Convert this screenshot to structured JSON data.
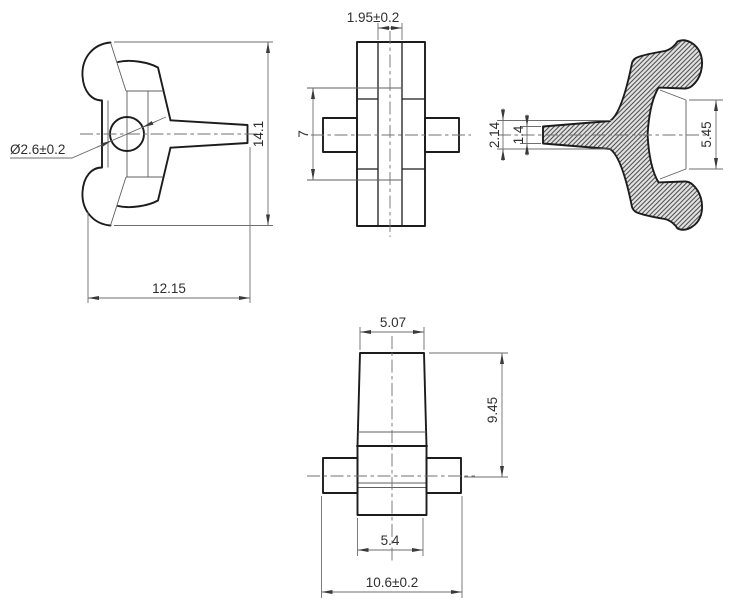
{
  "drawing": {
    "background": "#ffffff",
    "outline_color": "#1c1c1c",
    "thin_line_color": "#6e6e6e",
    "text_color": "#2f2f2f",
    "hatch_line_color": "#3c3c3c",
    "hatch_fill": "#e2e2e2",
    "views": {
      "front": {
        "hole_diameter": "Ø2.6±0.2",
        "overall_height": "14.1",
        "overall_width": "12.15"
      },
      "side": {
        "slot_width": "1.95±0.2",
        "hub_height": "7"
      },
      "section": {
        "stem_root_thickness": "2.14",
        "stem_tip_thickness": "1.4",
        "notch_height": "5.45"
      },
      "bottom": {
        "top_width": "5.07",
        "body_height": "9.45",
        "base_width": "5.4",
        "overall_width": "10.6±0.2"
      }
    }
  }
}
